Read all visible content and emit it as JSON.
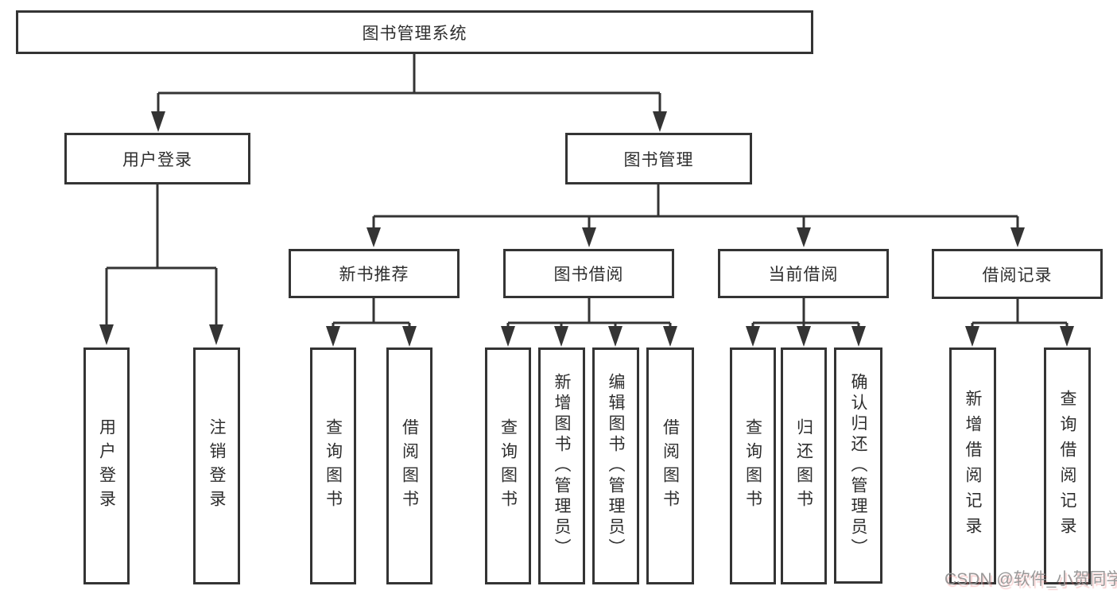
{
  "diagram": {
    "root": {
      "label": "图书管理系统"
    },
    "branches": [
      {
        "label": "用户登录",
        "children": [
          {
            "label": "用户登录"
          },
          {
            "label": "注销登录"
          }
        ]
      },
      {
        "label": "图书管理",
        "children": [
          {
            "label": "新书推荐",
            "children": [
              {
                "label": "查询图书"
              },
              {
                "label": "借阅图书"
              }
            ]
          },
          {
            "label": "图书借阅",
            "children": [
              {
                "label": "查询图书"
              },
              {
                "label": "新增图书（管理员）"
              },
              {
                "label": "编辑图书（管理员）"
              },
              {
                "label": "借阅图书"
              }
            ]
          },
          {
            "label": "当前借阅",
            "children": [
              {
                "label": "查询图书"
              },
              {
                "label": "归还图书"
              },
              {
                "label": "确认归还（管理员）"
              }
            ]
          },
          {
            "label": "借阅记录",
            "children": [
              {
                "label": "新增借阅记录"
              },
              {
                "label": "查询借阅记录"
              }
            ]
          }
        ]
      }
    ]
  },
  "watermark": {
    "text": "CSDN @软件_小贺同学"
  },
  "colors": {
    "line": "#343434",
    "box_border": "#343434",
    "text": "#2e2e2e",
    "background": "#ffffff",
    "watermark": "#949494"
  }
}
